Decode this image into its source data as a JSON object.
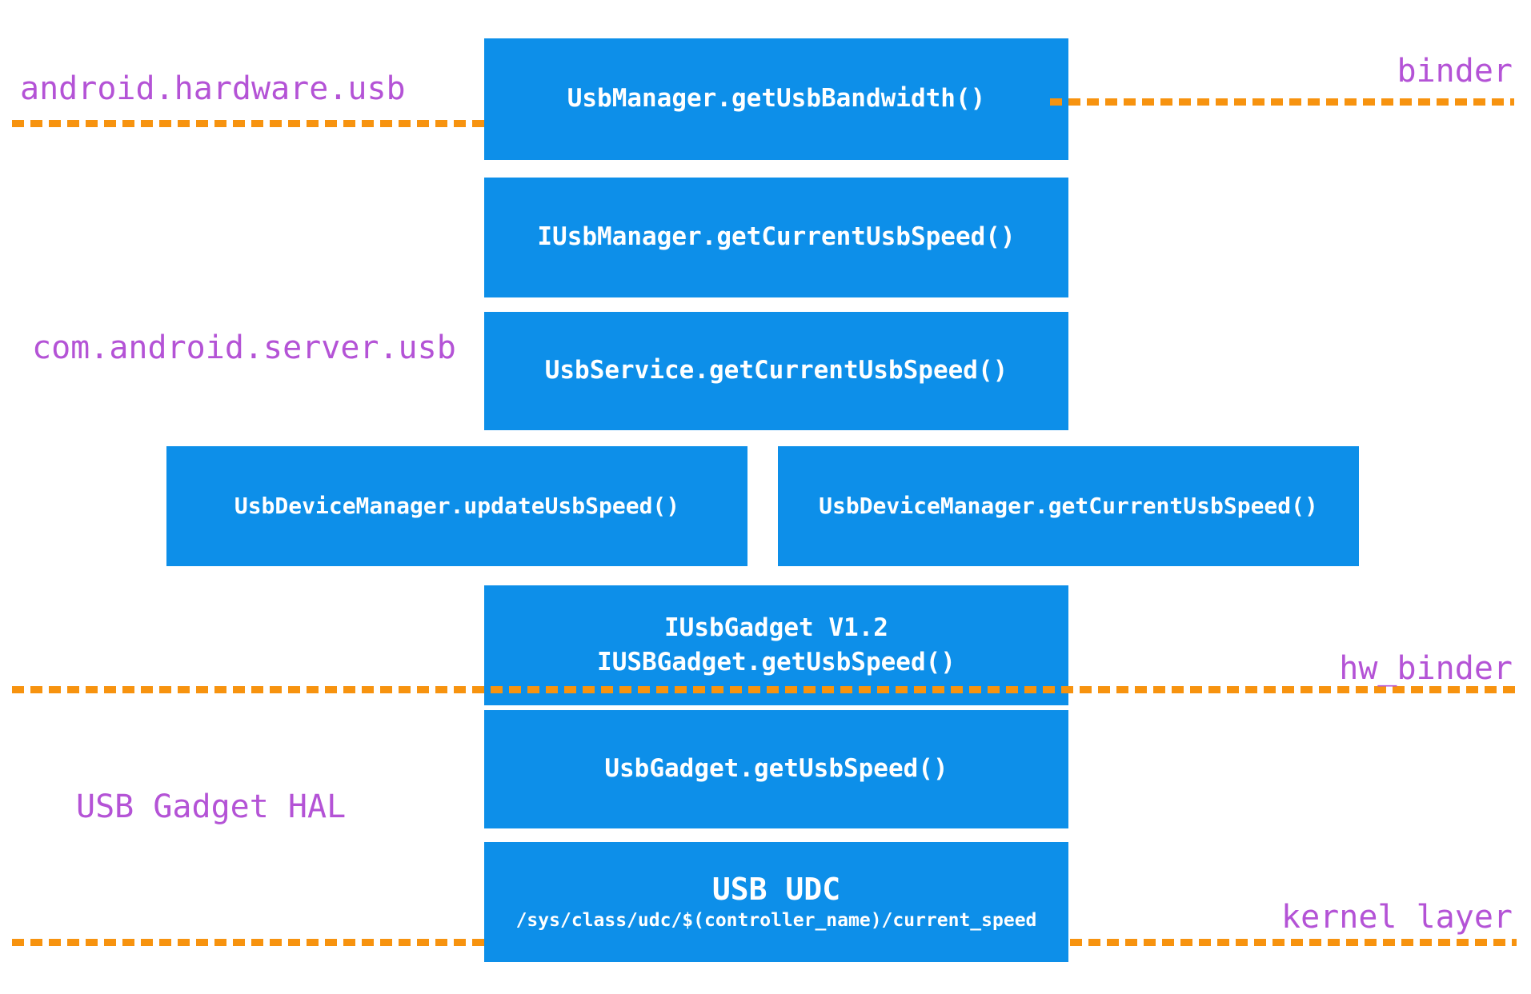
{
  "palette": {
    "box_blue": "#0d8fe9",
    "dash_orange": "#f7930f",
    "label_purple": "#b453d6",
    "box_text": "#ffffff"
  },
  "labels": {
    "android_hardware_usb": "android.hardware.usb",
    "binder": "binder",
    "com_android_server_usb": "com.android.server.usb",
    "hw_binder": "hw_binder",
    "usb_gadget_hal": "USB Gadget HAL",
    "kernel_layer": "kernel layer"
  },
  "boxes": {
    "usb_manager": "UsbManager.getUsbBandwidth()",
    "iusb_manager": "IUsbManager.getCurrentUsbSpeed()",
    "usb_service": "UsbService.getCurrentUsbSpeed()",
    "usb_device_manager_update": "UsbDeviceManager.updateUsbSpeed()",
    "usb_device_manager_get": "UsbDeviceManager.getCurrentUsbSpeed()",
    "iusb_gadget_line1": "IUsbGadget V1.2",
    "iusb_gadget_line2": "IUSBGadget.getUsbSpeed()",
    "usb_gadget": "UsbGadget.getUsbSpeed()",
    "usb_udc_title": "USB UDC",
    "usb_udc_path": "/sys/class/udc/$(controller_name)/current_speed"
  }
}
